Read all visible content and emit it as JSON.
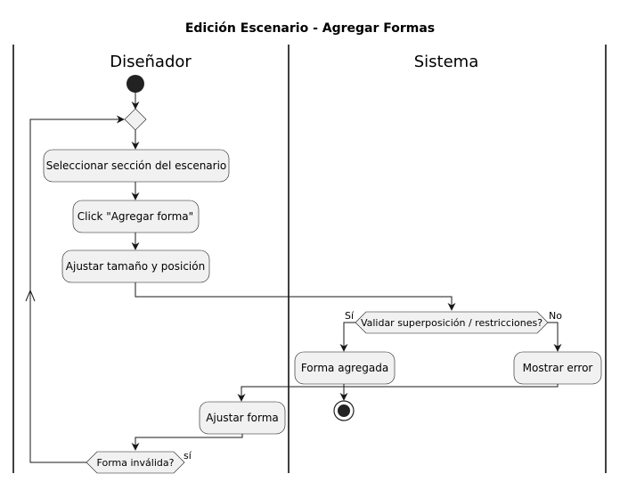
{
  "diagram": {
    "title": "Edición Escenario - Agregar Formas",
    "lanes": [
      "Diseñador",
      "Sistema"
    ],
    "activities": {
      "select_section": "Seleccionar sección del escenario",
      "click_add": "Click \"Agregar forma\"",
      "adjust_size": "Ajustar tamaño y posición",
      "shape_added": "Forma agregada",
      "show_error": "Mostrar error",
      "adjust_shape": "Ajustar forma"
    },
    "decisions": {
      "validate": "Validar superposición / restricciones?",
      "invalid": "Forma inválida?"
    },
    "branch_labels": {
      "validate_yes": "Sí",
      "validate_no": "No",
      "invalid_yes": "sí"
    },
    "colors": {
      "node_fill": "#F1F1F1",
      "stroke": "#181818",
      "lane_line": "#000000"
    }
  }
}
